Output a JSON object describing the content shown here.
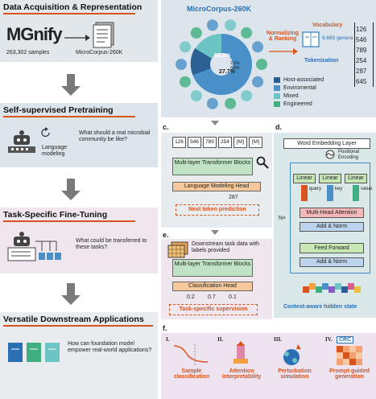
{
  "panel_a": {
    "title": "Data Acquisition & Representation",
    "logo": "MGnify",
    "samples": "263,302 samples",
    "corpus_label": "MicroCorpus-260K"
  },
  "panel_pretrain": {
    "title": "Self-supervised Pretraining",
    "task_label": "Language modeling",
    "question": "What should a real microbial community be like?"
  },
  "panel_finetune": {
    "title": "Task-Specific Fine-Tuning",
    "question": "What could be transferred to these tasks?"
  },
  "panel_apps": {
    "title": "Versatile Downstream Applications",
    "question": "How can foundation model empower real-world applications?"
  },
  "panel_b": {
    "title": "MicroCorpus-260K",
    "pie_pct_main": "63.2%",
    "pie_pct_second": "27.7%",
    "pie_pct_small1": "2.1%",
    "pie_pct_small2": "6.9%",
    "normalizing": "Normalizing & Ranking",
    "vocabulary": "Vocabulary",
    "genera": "9,665 genera",
    "tokenization": "Tokenization",
    "tokens": [
      "126",
      "546",
      "789",
      "254",
      "287",
      "645"
    ],
    "legend": [
      {
        "label": "Host-associated",
        "color": "#2c5f93"
      },
      {
        "label": "Enviromental",
        "color": "#4a90c8"
      },
      {
        "label": "Mixed",
        "color": "#6cc4c4"
      },
      {
        "label": "Engineered",
        "color": "#3fae80"
      }
    ]
  },
  "panel_c": {
    "letter": "c.",
    "tokens": [
      "126",
      "546",
      "789",
      "254",
      "[M]",
      "[M]"
    ],
    "block": "Multi-layer Transformer Blocks",
    "head": "Language Modeling Head",
    "prediction_value": "287",
    "caption": "Next token prediction"
  },
  "panel_d": {
    "letter": "d.",
    "embedding": "Word Embedding Layer",
    "positional": "Positional Encoding",
    "linear": "Linear",
    "query": "query",
    "key": "key",
    "value": "value",
    "mha": "Multi-Head Attention",
    "addnorm": "Add & Norm",
    "ff": "Feed Forward",
    "nx": "N×",
    "caption": "Context-aware hidden state"
  },
  "panel_e": {
    "letter": "e.",
    "desc": "Downstream task data with labels provided",
    "block": "Multi-layer Transformer Blocks",
    "head": "Classification Head",
    "probs": [
      "0.2",
      "0.7",
      "0.1"
    ],
    "caption": "Task-specific supervision"
  },
  "panel_f": {
    "letter": "f.",
    "apps": [
      {
        "num": "I.",
        "label": "Sample classification"
      },
      {
        "num": "II.",
        "label": "Attention interpretability"
      },
      {
        "num": "III.",
        "label": "Perturbation simulation"
      },
      {
        "num": "IV.",
        "label": "Prompt-guided generation"
      }
    ],
    "prompt_tag": "CRC"
  }
}
